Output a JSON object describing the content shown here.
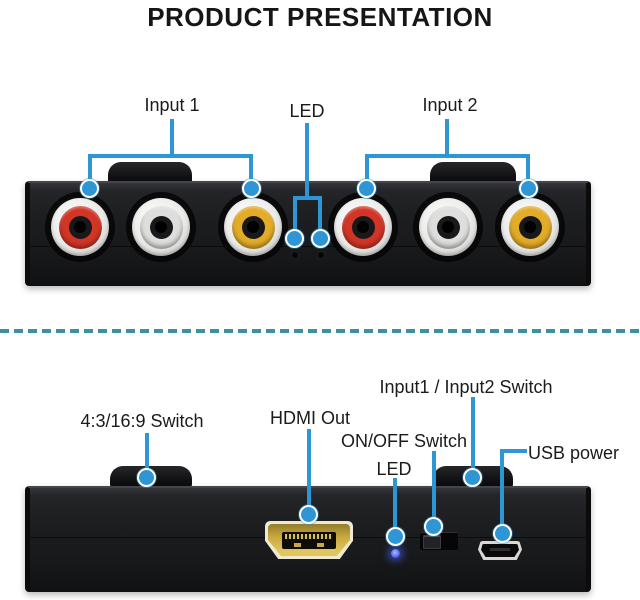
{
  "title": "PRODUCT PRESENTATION",
  "colors": {
    "accent": "#2E96D4",
    "dash": "#3D8FA3",
    "device_body": "#1C1D1F",
    "rca_red": "#D23526",
    "rca_white": "#DEDEDC",
    "rca_yellow": "#E3AC28",
    "hdmi_gold": "#C7A93E",
    "power_led_blue": "#4A5EF2"
  },
  "front_view": {
    "labels": {
      "input1": "Input 1",
      "led": "LED",
      "input2": "Input 2"
    },
    "jacks": [
      "red",
      "white",
      "yellow",
      "red",
      "white",
      "yellow"
    ],
    "led_hole_count": 2
  },
  "back_view": {
    "labels": {
      "input_switch": "Input1 / Input2 Switch",
      "ratio_switch": "4:3/16:9 Switch",
      "hdmi_out": "HDMI Out",
      "onoff_switch": "ON/OFF Switch",
      "led": "LED",
      "usb_power": "USB power"
    }
  }
}
